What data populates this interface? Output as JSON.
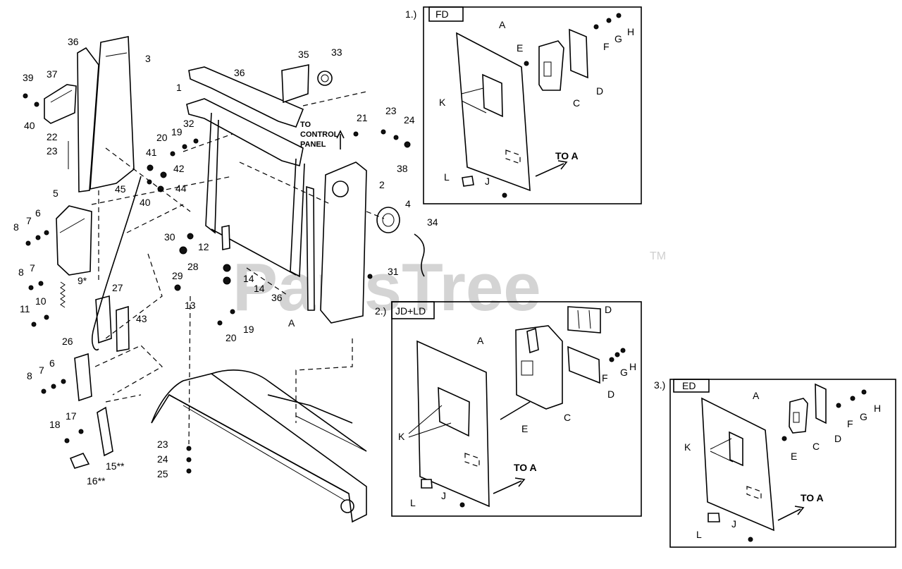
{
  "watermark": {
    "text": "PartsTree",
    "tm": "TM"
  },
  "main_labels": [
    "36",
    "3",
    "37",
    "39",
    "40",
    "22",
    "23",
    "41",
    "42",
    "45",
    "44",
    "40",
    "20",
    "19",
    "32",
    "1",
    "36",
    "35",
    "33",
    "21",
    "23",
    "24",
    "38",
    "2",
    "4",
    "34",
    "5",
    "6",
    "7",
    "8",
    "8",
    "7",
    "9*",
    "10",
    "11",
    "26",
    "8",
    "7",
    "6",
    "17",
    "18",
    "15**",
    "16**",
    "27",
    "43",
    "30",
    "12",
    "29",
    "28",
    "13",
    "14",
    "14",
    "36",
    "19",
    "20",
    "31",
    "A",
    "23",
    "24",
    "25"
  ],
  "main_notes": {
    "to_control_panel": [
      "TO",
      "CONTROL",
      "PANEL"
    ]
  },
  "panels": [
    {
      "number": "1.)",
      "tag": "FD",
      "labels": [
        "A",
        "E",
        "K",
        "C",
        "D",
        "F",
        "G",
        "H",
        "L",
        "J"
      ],
      "to_a": "TO A"
    },
    {
      "number": "2.)",
      "tag": "JD+LD",
      "labels": [
        "A",
        "K",
        "E",
        "C",
        "D",
        "F",
        "G",
        "H",
        "D",
        "L",
        "J"
      ],
      "to_a": "TO A"
    },
    {
      "number": "3.)",
      "tag": "ED",
      "labels": [
        "A",
        "K",
        "E",
        "C",
        "D",
        "F",
        "G",
        "H",
        "L",
        "J"
      ],
      "to_a": "TO A"
    }
  ]
}
